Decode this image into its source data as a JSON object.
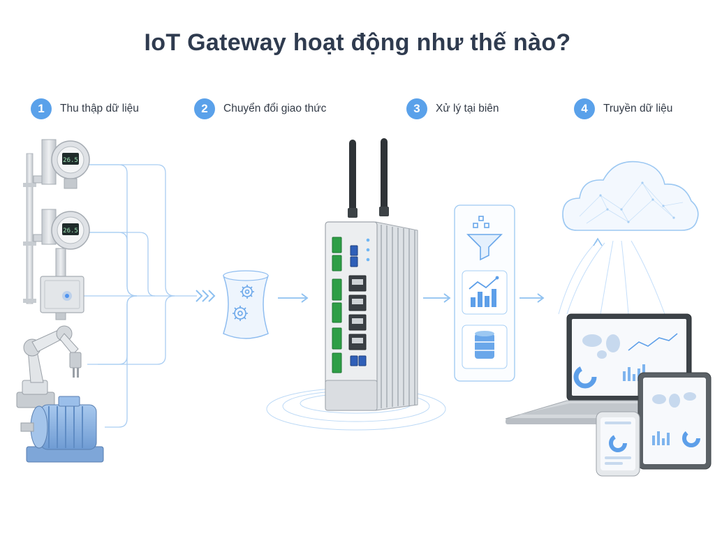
{
  "title": "IoT Gateway hoạt động như thế nào?",
  "steps": [
    {
      "number": "1",
      "label": "Thu thập dữ liệu"
    },
    {
      "number": "2",
      "label": "Chuyển đổi giao thức"
    },
    {
      "number": "3",
      "label": "Xử lý tại biên"
    },
    {
      "number": "4",
      "label": "Truyền dữ liệu"
    }
  ],
  "devices": {
    "transmitter_1_display": "26.5",
    "transmitter_2_display": "26.5"
  },
  "colors": {
    "accent": "#5aa1ea",
    "line": "#9cc8f2",
    "title": "#2f3b4f",
    "metal": "#d3d7dc",
    "terminal": "#2e9e46",
    "motor": "#8fb7e6"
  },
  "icons": [
    "funnel-icon",
    "line-chart-icon",
    "database-icon",
    "gear-icon",
    "cloud-icon"
  ]
}
